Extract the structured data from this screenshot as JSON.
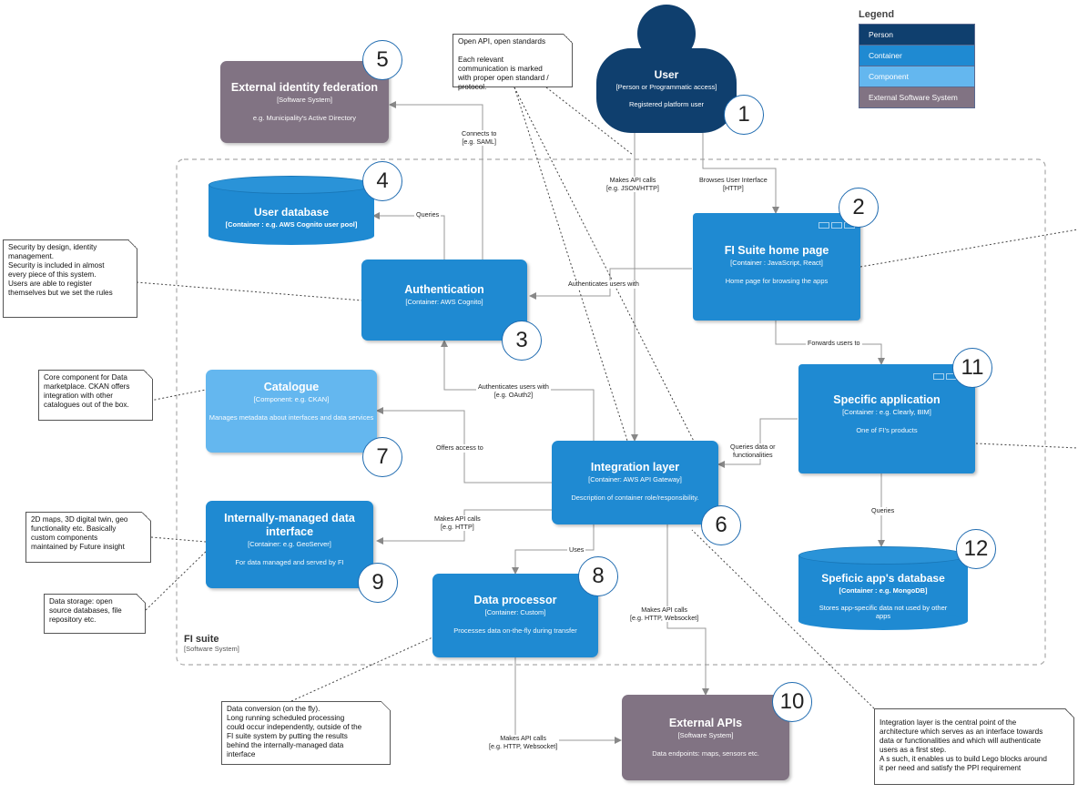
{
  "legend": {
    "title": "Legend",
    "items": [
      {
        "label": "Person",
        "color": "#0f3f6e"
      },
      {
        "label": "Container",
        "color": "#1f8ad2"
      },
      {
        "label": "Component",
        "color": "#64b7ef"
      },
      {
        "label": "External Software System",
        "color": "#817383"
      }
    ]
  },
  "boundary": {
    "title": "FI suite",
    "subtitle": "[Software System]"
  },
  "nodes": {
    "user": {
      "title": "User",
      "tech": "[Person or Programmatic access]",
      "desc": "Registered platform user",
      "num": "1"
    },
    "home": {
      "title": "FI Suite home page",
      "tech": "[Container : JavaScript, React]",
      "desc": "Home page for browsing the apps",
      "num": "2"
    },
    "auth": {
      "title": "Authentication",
      "tech": "[Container: AWS Cognito]",
      "num": "3"
    },
    "userdb": {
      "title": "User database",
      "tech": "[Container : e.g. AWS Cognito user pool]",
      "num": "4"
    },
    "extid": {
      "title": "External identity federation",
      "tech": "[Software System]",
      "desc": "e.g. Municipality's Active Directory",
      "num": "5"
    },
    "integ": {
      "title": "Integration layer",
      "tech": "[Container: AWS API Gateway]",
      "desc": "Description of container role/responsibility.",
      "num": "6"
    },
    "catalogue": {
      "title": "Catalogue",
      "tech": "[Component: e.g. CKAN]",
      "desc": "Manages metadata about interfaces and data services",
      "num": "7"
    },
    "processor": {
      "title": "Data processor",
      "tech": "[Container: Custom]",
      "desc": "Processes data on-the-fly during transfer",
      "num": "8"
    },
    "internal": {
      "title": "Internally-managed data interface",
      "tech": "[Container: e.g. GeoServer]",
      "desc": "For data managed and served by FI",
      "num": "9"
    },
    "extapi": {
      "title": "External APIs",
      "tech": "[Software System]",
      "desc": "Data endpoints: maps, sensors etc.",
      "num": "10"
    },
    "specific": {
      "title": "Specific application",
      "tech": "[Container : e.g. Clearly, BIM]",
      "desc": "One of FI's products",
      "num": "11"
    },
    "appdb": {
      "title": "Speficic app's database",
      "tech": "[Container : e.g. MongoDB]",
      "desc": "Stores app-specific data not used by other apps",
      "num": "12"
    }
  },
  "edges": {
    "connects": {
      "label": "Connects to",
      "tech": "[e.g. SAML]"
    },
    "queries1": {
      "label": "Queries"
    },
    "apicalls_user": {
      "label": "Makes API calls",
      "tech": "[e.g. JSON/HTTP]"
    },
    "browses": {
      "label": "Browses User Interface",
      "tech": "[HTTP]"
    },
    "authusers_home": {
      "label": "Authenticates users with"
    },
    "forwards": {
      "label": "Forwards users to"
    },
    "authusers_integ": {
      "label": "Authenticates users with",
      "tech": "[e.g. OAuth2]"
    },
    "offers": {
      "label": "Offers access to"
    },
    "queries_data": {
      "label": "Queries data or",
      "label2": "functionalities"
    },
    "apicalls_internal": {
      "label": "Makes API calls",
      "tech": "[e.g. HTTP]"
    },
    "uses": {
      "label": "Uses"
    },
    "queries2": {
      "label": "Queries"
    },
    "apicalls_ext1": {
      "label": "Makes API calls",
      "tech": "[e.g. HTTP, Websocket]"
    },
    "apicalls_ext2": {
      "label": "Makes API calls",
      "tech": "[e.g. HTTP, Websocket]"
    }
  },
  "notes": {
    "openapi": [
      "Open API, open standards",
      "",
      "Each relevant",
      "communication is marked",
      "with proper open standard /",
      "protocol."
    ],
    "security": [
      "Security by design, identity",
      "management.",
      "Security is included in almost",
      "every piece of this system.",
      "Users are able to register",
      "themselves but we set the rules"
    ],
    "core": [
      "Core component for Data",
      "marketplace. CKAN offers",
      "integration with other",
      "catalogues out of the box."
    ],
    "maps": [
      "2D maps, 3D digital twin, geo",
      "functionality etc. Basically",
      "custom components",
      "maintained by  Future insight"
    ],
    "storage": [
      "Data storage: open",
      "source databases, file",
      "repository etc."
    ],
    "conversion": [
      "Data conversion (on the fly).",
      "Long running scheduled processing",
      "could occur independently, outside of the",
      "FI suite system by putting the results",
      "behind the internally-managed data",
      "interface"
    ],
    "integlayer": [
      "Integration layer is the central point of the",
      "architecture which serves as an interface towards",
      "data or functionalities and which will authenticate",
      "users as a first step.",
      "A s such, it enables us to build Lego blocks around",
      "it per need and satisfy the PPI requirement"
    ]
  }
}
